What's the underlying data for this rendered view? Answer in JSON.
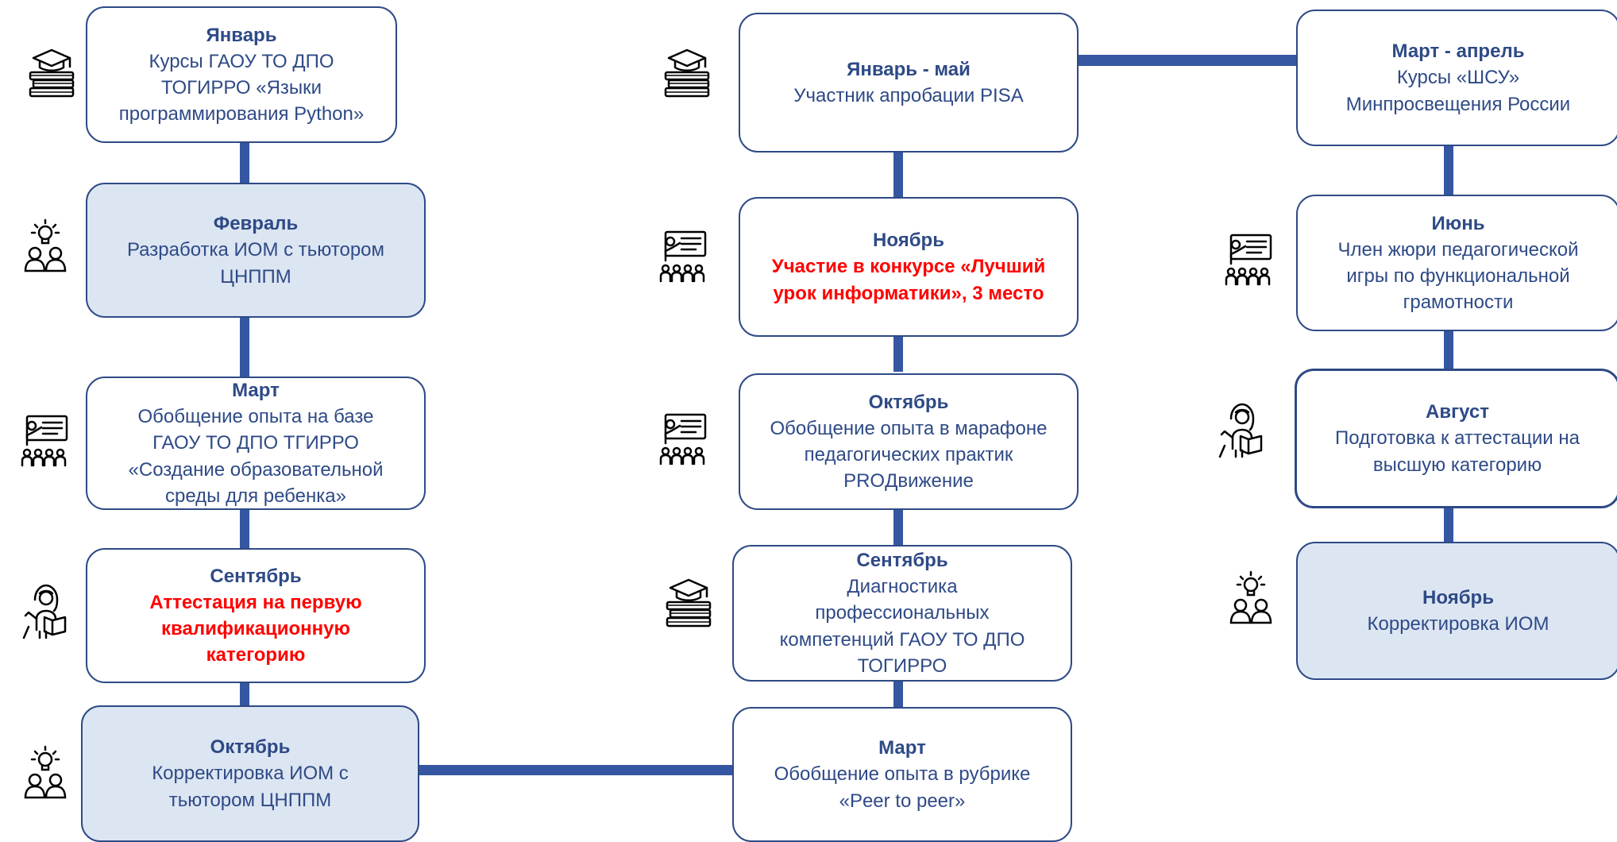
{
  "colors": {
    "connector": "#3556A0",
    "border": "#2E4A86",
    "text": "#2E4A86",
    "fill": "#DCE5F2",
    "highlight": "#FF0000"
  },
  "nodes": [
    {
      "id": "jan",
      "title": "Январь",
      "text": "Курсы  ГАОУ ТО ДПО\nТОГИРРО «Языки\nпрограммирования Python»",
      "icon": "books-graduation-cap-icon"
    },
    {
      "id": "feb",
      "title": "Февраль",
      "text": "Разработка ИОМ с тьютором\nЦНППМ",
      "icon": "idea-people-icon"
    },
    {
      "id": "mar",
      "title": "Март",
      "text": "Обобщение  опыта  на базе\nГАОУ ТО ДПО ТГИРРО\n«Создание образовательной\nсреды для ребенка»",
      "icon": "teacher-presentation-icon"
    },
    {
      "id": "sep",
      "title": "Сентябрь",
      "text": "Аттестация  на первую\nквалификационную\nкатегорию",
      "icon": "teacher-reading-icon"
    },
    {
      "id": "oct",
      "title": "Октябрь",
      "text": "Корректировка ИОМ с\nтьютором ЦНППМ",
      "icon": "idea-people-icon"
    },
    {
      "id": "mar2",
      "title": "Март",
      "text": "Обобщение  опыта  в рубрике\n«Peer to peer»"
    },
    {
      "id": "sep2",
      "title": "Сентябрь",
      "text": "Диагностика\nпрофессиональных\nкомпетенций ГАОУ ТО ДПО\nТОГИРРО",
      "icon": "books-graduation-cap-icon"
    },
    {
      "id": "oct2",
      "title": "Октябрь",
      "text": "Обобщение  опыта  в марафоне\nпедагогических практик\nPROДвижение",
      "icon": "teacher-presentation-icon"
    },
    {
      "id": "nov",
      "title": "Ноябрь",
      "text": "Участие в конкурсе «Лучший\nурок информатики», 3 место",
      "icon": "teacher-presentation-icon"
    },
    {
      "id": "janmay",
      "title": "Январь - май",
      "text": "Участник апробации PISA",
      "icon": "books-graduation-cap-icon"
    },
    {
      "id": "marapr",
      "title": "Март - апрель",
      "text": "Курсы «ШСУ»\nМинпросвещения России"
    },
    {
      "id": "jun",
      "title": "Июнь",
      "text": "Член жюри педагогической\nигры по функциональной\nграмотности",
      "icon": "teacher-presentation-icon"
    },
    {
      "id": "aug",
      "title": "Август",
      "text": "Подготовка к аттестации на\nвысшую категорию",
      "icon": "teacher-reading-icon"
    },
    {
      "id": "nov2",
      "title": "Ноябрь",
      "text": "Корректировка ИОМ",
      "icon": "idea-people-icon"
    }
  ]
}
